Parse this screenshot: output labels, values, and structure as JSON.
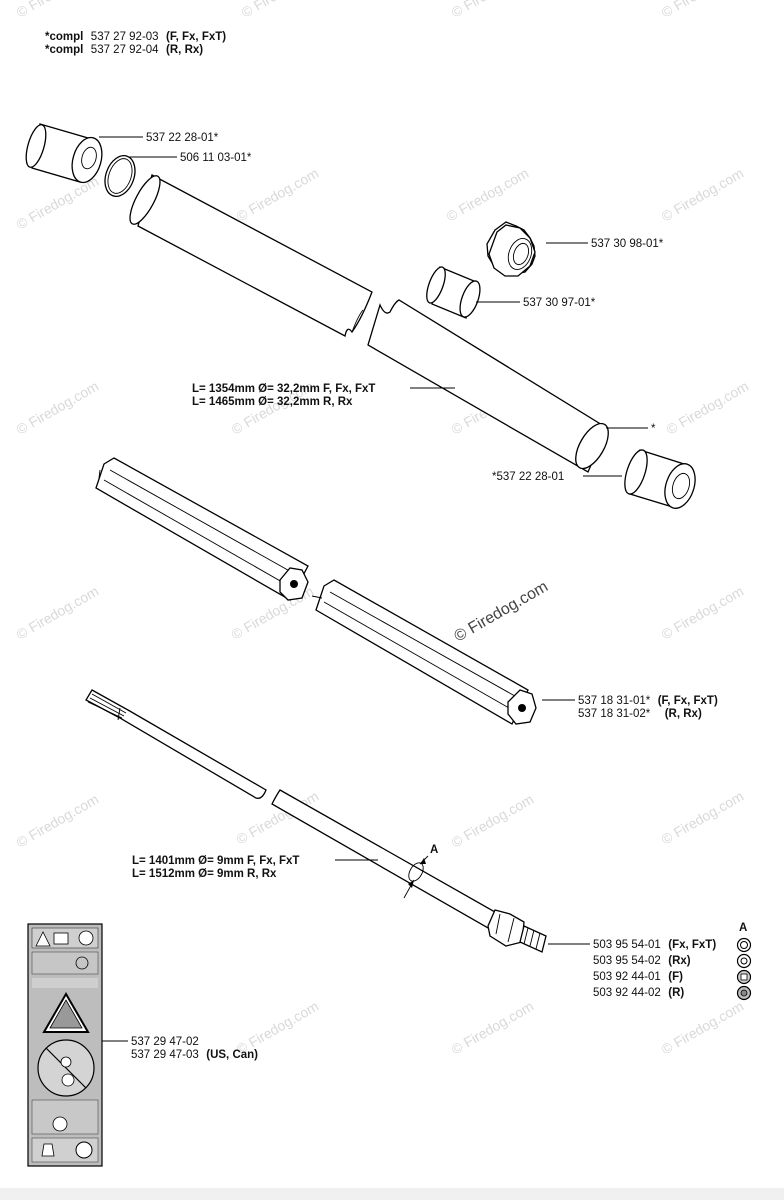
{
  "header": {
    "line1": {
      "prefix": "*compl",
      "number": "537 27 92-03",
      "variants": "(F, Fx, FxT)"
    },
    "line2": {
      "prefix": "*compl",
      "number": "537 27 92-04",
      "variants": "(R, Rx)"
    }
  },
  "parts": {
    "cap_top": "537 22 28-01*",
    "oring": "506 11 03-01*",
    "nut": "537 30 98-01*",
    "sleeve": "537 30 97-01*",
    "tube_length_1": "L= 1354mm Ø= 32,2mm F, Fx, FxT",
    "tube_length_2": "L= 1465mm Ø= 32,2mm R, Rx",
    "tube_end_mark": "*",
    "cap_bottom": "*537 22 28-01",
    "liner_1": {
      "number": "537 18 31-01*",
      "variants": "(F, Fx, FxT)"
    },
    "liner_2": {
      "number": "537 18 31-02*",
      "variants": "(R, Rx)"
    },
    "shaft_length_1": "L= 1401mm Ø= 9mm F, Fx, FxT",
    "shaft_length_2": "L= 1512mm Ø= 9mm R, Rx",
    "section_mark": "A",
    "column_header": "A",
    "shaft_variants": [
      {
        "number": "503 95 54-01",
        "variants": "(Fx, FxT)"
      },
      {
        "number": "503 95 54-02",
        "variants": "(Rx)"
      },
      {
        "number": "503 92 44-01",
        "variants": "(F)"
      },
      {
        "number": "503 92 44-02",
        "variants": "(R)"
      }
    ],
    "decal_1": "537 29 47-02",
    "decal_2": {
      "number": "537 29 47-03",
      "variants": "(US, Can)"
    }
  },
  "watermark": {
    "text": "© Firedog.com",
    "short": "© Firedog"
  },
  "colors": {
    "line": "#000000",
    "watermark": "#d9d9d9",
    "decal_fill": "#bdbdbd"
  }
}
